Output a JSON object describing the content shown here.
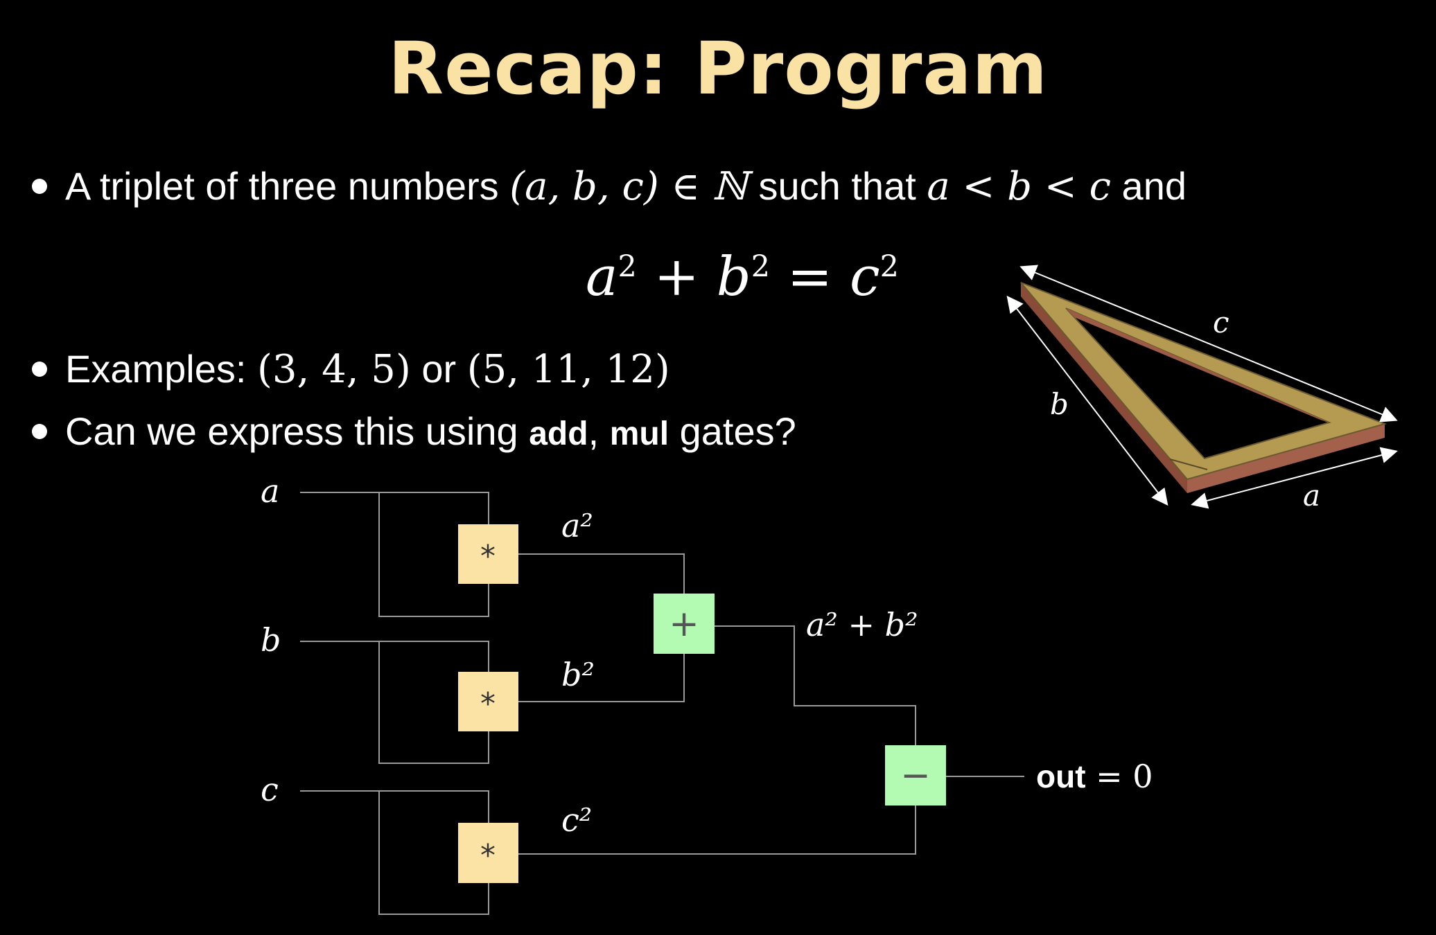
{
  "title": "Recap: Program",
  "bullets": {
    "b1_text1": "A triplet of three numbers ",
    "b1_math1": "(a, b, c) ∈ ℕ",
    "b1_text2": " such that ",
    "b1_math2": "a < b < c",
    "b1_text3": " and",
    "b2_text1": "Examples: ",
    "b2_math1": "(3, 4, 5)",
    "b2_text2": " or ",
    "b2_math2": "(5, 11, 12)",
    "b3_text1": "Can we express this using ",
    "b3_code1": "add",
    "b3_text2": ", ",
    "b3_code2": "mul",
    "b3_text3": " gates?"
  },
  "equation": {
    "a": "a",
    "b": "b",
    "c": "c",
    "exp": "2",
    "plus": "+",
    "equals": "="
  },
  "triangle": {
    "label_a": "a",
    "label_b": "b",
    "label_c": "c",
    "colors": {
      "top": "#b59a52",
      "side": "#9c5b45",
      "arrow": "#ffffff"
    }
  },
  "circuit": {
    "inputs": [
      "a",
      "b",
      "c"
    ],
    "mul_symbol": "*",
    "add_symbol": "+",
    "sub_symbol": "−",
    "square_labels": [
      "a²",
      "b²",
      "c²"
    ],
    "sum_label": "a² + b²",
    "out_word": "out",
    "out_rest": " = 0",
    "colors": {
      "mul_gate": "#fae3a4",
      "addsub_gate": "#b3fab3",
      "wire": "#9a9a9a"
    }
  }
}
